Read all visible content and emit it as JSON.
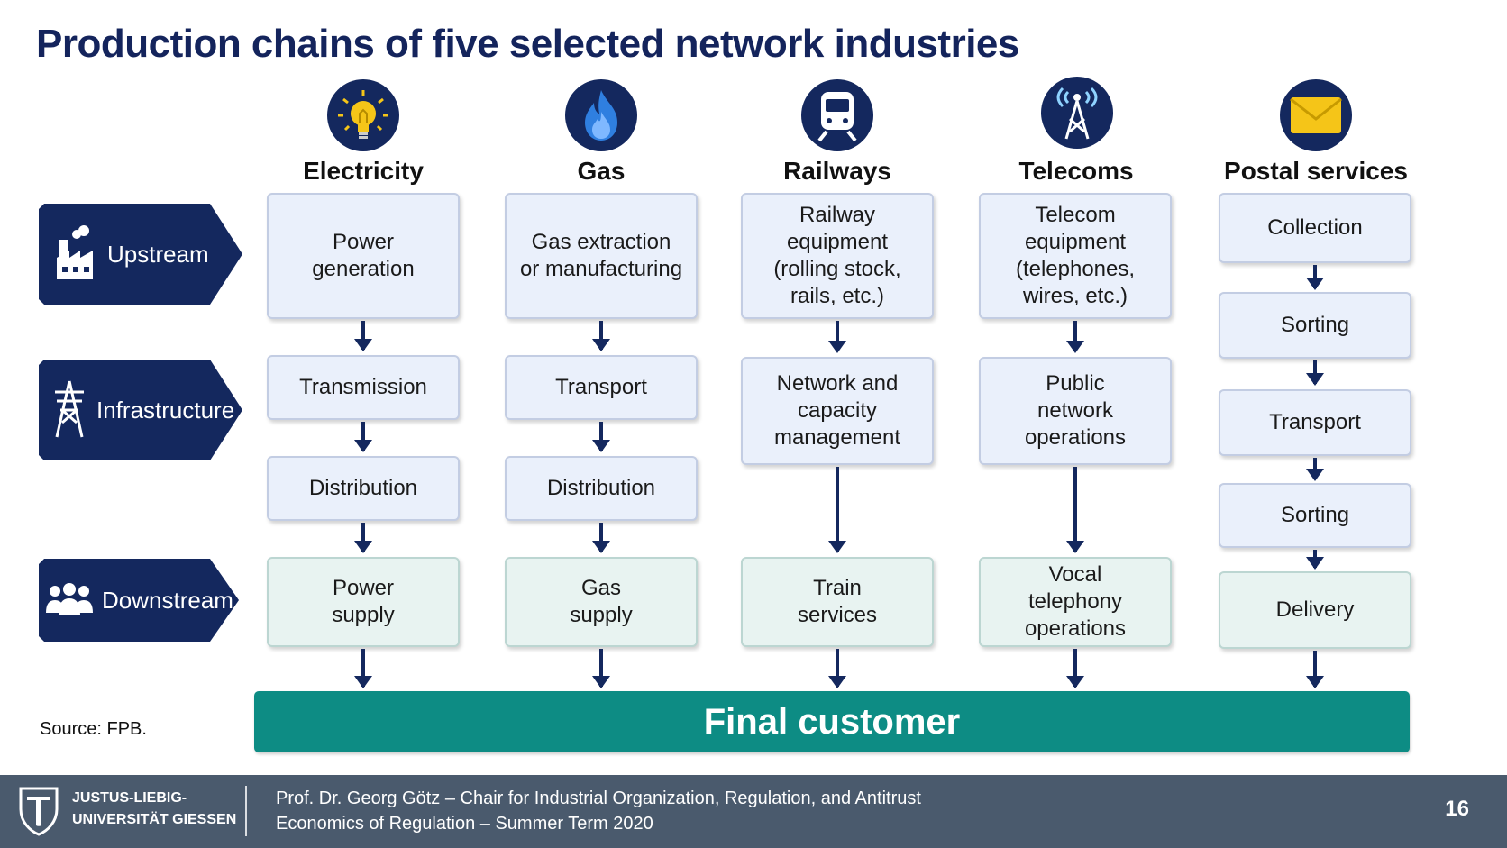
{
  "title": "Production chains of five selected network industries",
  "stages": {
    "upstream": "Upstream",
    "infrastructure": "Infrastructure",
    "downstream": "Downstream"
  },
  "columns": [
    {
      "name": "Electricity",
      "icon": "lightbulb-icon",
      "boxes": [
        "Power\ngeneration",
        "Transmission",
        "Distribution",
        "Power\nsupply"
      ]
    },
    {
      "name": "Gas",
      "icon": "flame-icon",
      "boxes": [
        "Gas extraction\nor manufacturing",
        "Transport",
        "Distribution",
        "Gas\nsupply"
      ]
    },
    {
      "name": "Railways",
      "icon": "train-icon",
      "boxes": [
        "Railway\nequipment\n(rolling stock,\nrails, etc.)",
        "Network and\ncapacity\nmanagement",
        "Train\nservices"
      ]
    },
    {
      "name": "Telecoms",
      "icon": "antenna-icon",
      "boxes": [
        "Telecom\nequipment\n(telephones,\nwires, etc.)",
        "Public\nnetwork\noperations",
        "Vocal\ntelephony\noperations"
      ]
    },
    {
      "name": "Postal services",
      "icon": "envelope-icon",
      "boxes": [
        "Collection",
        "Sorting",
        "Transport",
        "Sorting",
        "Delivery"
      ]
    }
  ],
  "final_customer": "Final customer",
  "source": "Source: FPB.",
  "footer": {
    "university_line1": "JUSTUS-LIEBIG-",
    "university_line2": "UNIVERSITÄT GIESSEN",
    "line1": "Prof. Dr. Georg Götz – Chair for Industrial Organization, Regulation, and Antitrust",
    "line2": "Economics of Regulation – Summer Term  2020",
    "page": "16"
  },
  "colors": {
    "navy": "#14285e",
    "teal": "#0d8c84",
    "footer": "#4a5a6d"
  }
}
